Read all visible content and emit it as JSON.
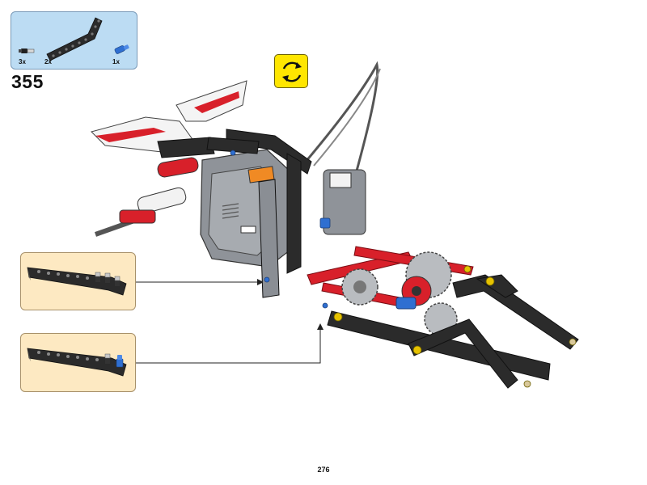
{
  "parts_list": {
    "items": [
      {
        "count": "3x",
        "icon": "black-axle-pin-icon"
      },
      {
        "count": "2x",
        "icon": "black-bent-beam-icon"
      },
      {
        "count": "1x",
        "icon": "blue-axle-pin-icon"
      }
    ]
  },
  "step": {
    "number": "355"
  },
  "rotate_indicator": {
    "icon": "rotate-model-icon",
    "color": "#ffe600"
  },
  "callouts": [
    {
      "icon": "bent-beam-with-axle-pins-icon"
    },
    {
      "icon": "bent-beam-with-blue-pin-icon"
    }
  ],
  "page": {
    "number": "276"
  },
  "colors": {
    "parts_panel": "#bcdcf3",
    "callout_panel": "#fde9c2",
    "beam_black": "#2b2b2b",
    "beam_red": "#d8202a",
    "brick_gray": "#8f9399"
  }
}
